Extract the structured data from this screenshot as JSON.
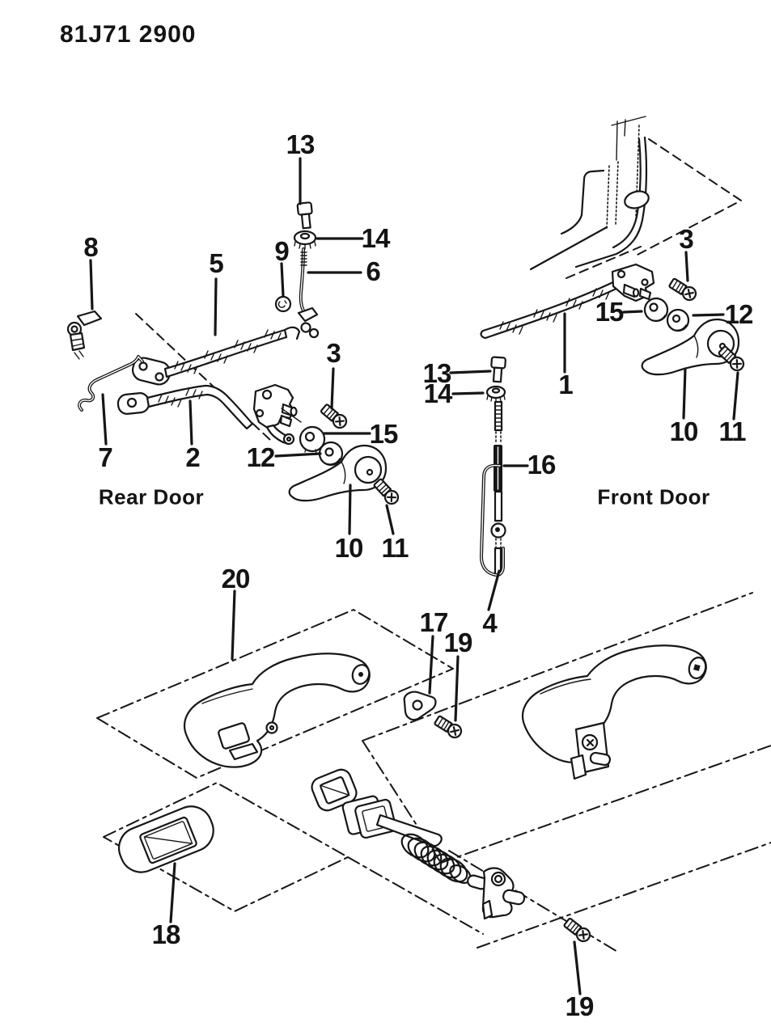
{
  "figure": {
    "code": "81J71 2900"
  },
  "sections": {
    "rear_door": "Rear Door",
    "front_door": "Front Door"
  },
  "callouts": [
    {
      "label": "13",
      "ref": "upper-screw-rear"
    },
    {
      "label": "14",
      "ref": "lock-washer-rear"
    },
    {
      "label": "9",
      "ref": "grommet"
    },
    {
      "label": "6",
      "ref": "link-rod"
    },
    {
      "label": "8",
      "ref": "rod-clip"
    },
    {
      "label": "5",
      "ref": "upper-control-rod"
    },
    {
      "label": "3",
      "ref": "screw-rear-remote"
    },
    {
      "label": "7",
      "ref": "bent-wire-link"
    },
    {
      "label": "2",
      "ref": "lower-control-rod"
    },
    {
      "label": "12",
      "ref": "flat-washer-rear"
    },
    {
      "label": "15",
      "ref": "bushing-washer-rear"
    },
    {
      "label": "10",
      "ref": "inside-handle-rear"
    },
    {
      "label": "11",
      "ref": "handle-screw-rear"
    },
    {
      "label": "13",
      "ref": "upper-screw-front"
    },
    {
      "label": "14",
      "ref": "lock-washer-front"
    },
    {
      "label": "16",
      "ref": "lock-rod-sleeve"
    },
    {
      "label": "4",
      "ref": "lock-knob-rod"
    },
    {
      "label": "17",
      "ref": "retainer-plate"
    },
    {
      "label": "19",
      "ref": "armrest-screw-upper"
    },
    {
      "label": "3",
      "ref": "screw-front-remote"
    },
    {
      "label": "15",
      "ref": "bushing-washer-front"
    },
    {
      "label": "12",
      "ref": "flat-washer-front"
    },
    {
      "label": "1",
      "ref": "front-control-rod"
    },
    {
      "label": "10",
      "ref": "inside-handle-front"
    },
    {
      "label": "11",
      "ref": "handle-screw-front"
    },
    {
      "label": "20",
      "ref": "pull-handle-armrest"
    },
    {
      "label": "18",
      "ref": "escutcheon-bezel"
    },
    {
      "label": "19",
      "ref": "armrest-screw-lower"
    }
  ]
}
